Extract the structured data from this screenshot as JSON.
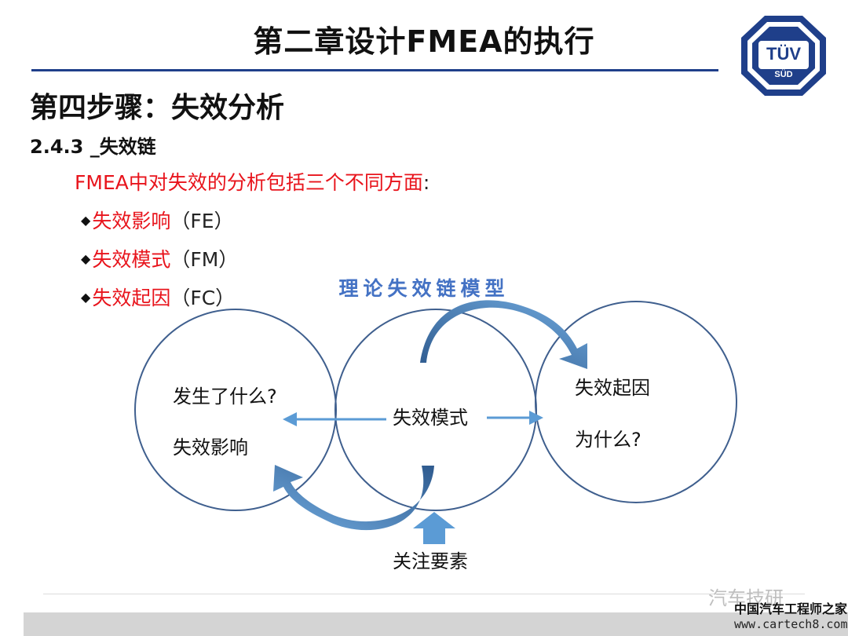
{
  "header": {
    "title": "第二章设计FMEA的执行",
    "logo": {
      "brand": "TÜV",
      "sub": "SÜD",
      "color": "#1f3f8a"
    }
  },
  "content": {
    "step_title": "第四步骤：失效分析",
    "section": "2.4.3 _失效链",
    "intro": "FMEA中对失效的分析包括三个不同方面",
    "intro_colon": ":",
    "bullets": [
      {
        "label": "失效影响",
        "code": "（FE）"
      },
      {
        "label": "失效模式",
        "code": "（FM）"
      },
      {
        "label": "失效起因",
        "code": "（FC）"
      }
    ]
  },
  "diagram": {
    "title": "理论失效链模型",
    "left_circle": {
      "line1": "发生了什么?",
      "line2": "失效影响"
    },
    "center_circle": {
      "label": "失效模式"
    },
    "right_circle": {
      "line1": "失效起因",
      "line2": "为什么?"
    },
    "focus_label": "关注要素",
    "colors": {
      "circle": "#3f5f8e",
      "arrow": "#5b9bd5",
      "title": "#4472c4"
    }
  },
  "watermark": {
    "wechat": "汽车技研",
    "org": "中国汽车工程师之家",
    "site": "www.cartech8.com"
  }
}
